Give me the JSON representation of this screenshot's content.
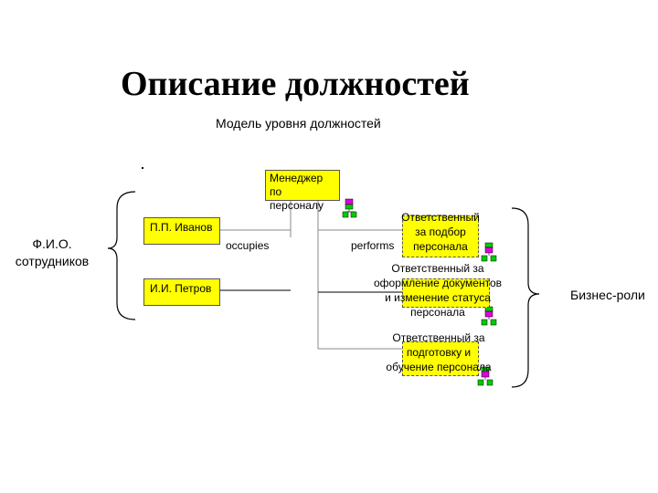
{
  "title": "Описание должностей",
  "subtitle": "Модель уровня должностей",
  "left_label": [
    "Ф.И.О.",
    "сотрудников"
  ],
  "right_label": "Бизнес-роли",
  "positions": [
    {
      "name": "П.П. Иванов"
    },
    {
      "name": "И.И. Петров"
    }
  ],
  "manager": [
    "Менеджер по",
    "персоналу"
  ],
  "relations": {
    "occupies": "occupies",
    "performs": "performs"
  },
  "roles": [
    {
      "lines": [
        "Ответственный",
        "за подбор",
        "персонала"
      ]
    },
    {
      "lines": [
        "Ответственный за",
        "оформление документов",
        "и изменение статуса",
        "персонала"
      ]
    },
    {
      "lines": [
        "Ответственный за",
        "подготовку и",
        "обучение персонала"
      ]
    }
  ],
  "colors": {
    "box_fill": "#ffff00",
    "icon_green": "#00cc00",
    "icon_magenta": "#e000e0"
  }
}
